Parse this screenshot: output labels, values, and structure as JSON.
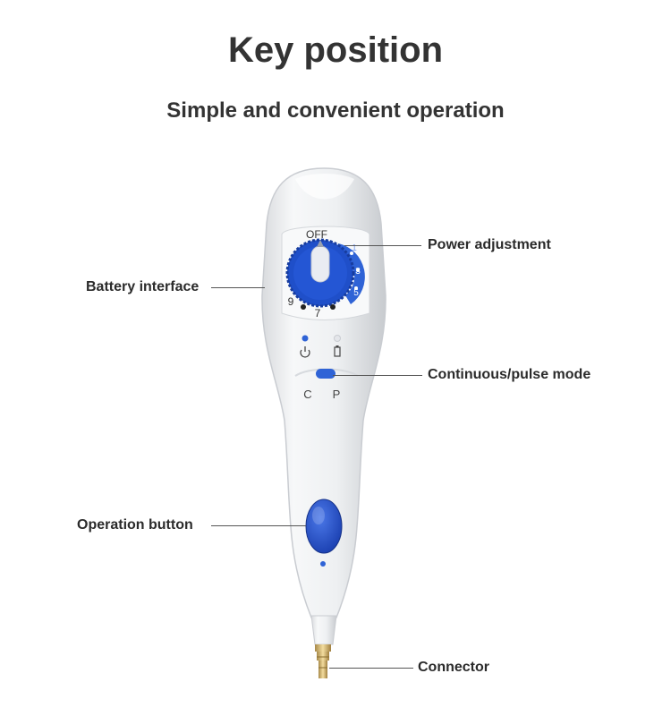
{
  "header": {
    "title": "Key position",
    "subtitle": "Simple and convenient operation"
  },
  "device": {
    "dial_off_label": "OFF",
    "dial_numbers": [
      "1",
      "3",
      "5",
      "7",
      "9"
    ],
    "switch_left_label": "C",
    "switch_right_label": "P"
  },
  "callouts": {
    "power_adjustment": "Power adjustment",
    "battery_interface": "Battery interface",
    "continuous_pulse_mode": "Continuous/pulse mode",
    "operation_button": "Operation button",
    "connector": "Connector"
  },
  "colors": {
    "accent_blue": "#1f4fc9",
    "body_white": "#f2f3f5",
    "outline_grey": "#c9ccd1"
  }
}
